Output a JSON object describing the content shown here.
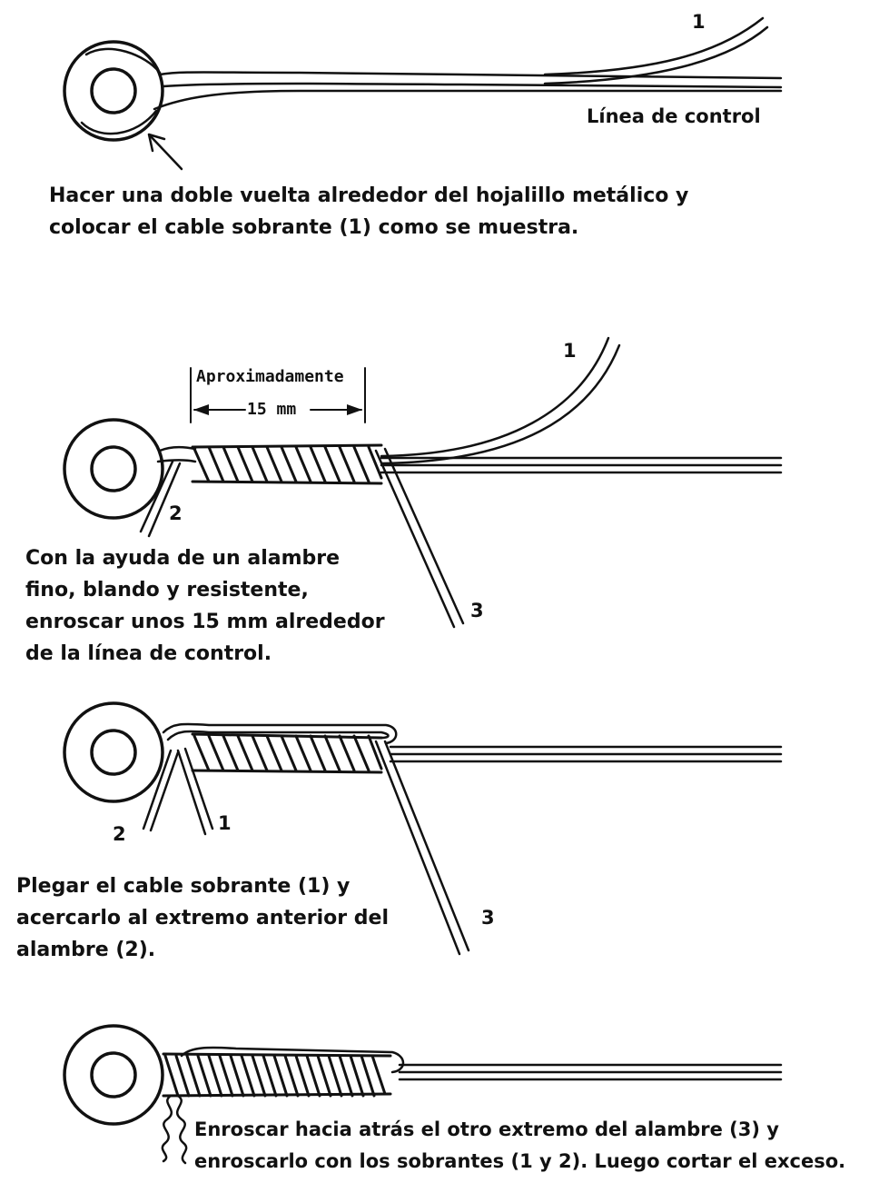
{
  "steps": [
    {
      "caption": "Hacer una doble vuelta alrededor del hojalillo metálico y\ncolocar el cable sobrante (1) como se muestra.",
      "labels": {
        "line": "Línea de control",
        "n1": "1"
      }
    },
    {
      "caption": "Con la ayuda de un alambre\nfino, blando y resistente,\nenroscar unos 15 mm alrededor\nde la línea de control.",
      "labels": {
        "approx": "Aproximadamente",
        "mm": "15 mm",
        "n1": "1",
        "n2": "2",
        "n3": "3"
      }
    },
    {
      "caption": "Plegar el cable sobrante (1) y\nacercarlo al extremo anterior del\nalambre (2).",
      "labels": {
        "n1": "1",
        "n2": "2",
        "n3": "3"
      }
    },
    {
      "caption": "Enroscar hacia atrás el otro extremo del alambre (3) y\nenroscarlo con los sobrantes (1 y 2). Luego cortar el exceso.",
      "labels": {}
    }
  ]
}
